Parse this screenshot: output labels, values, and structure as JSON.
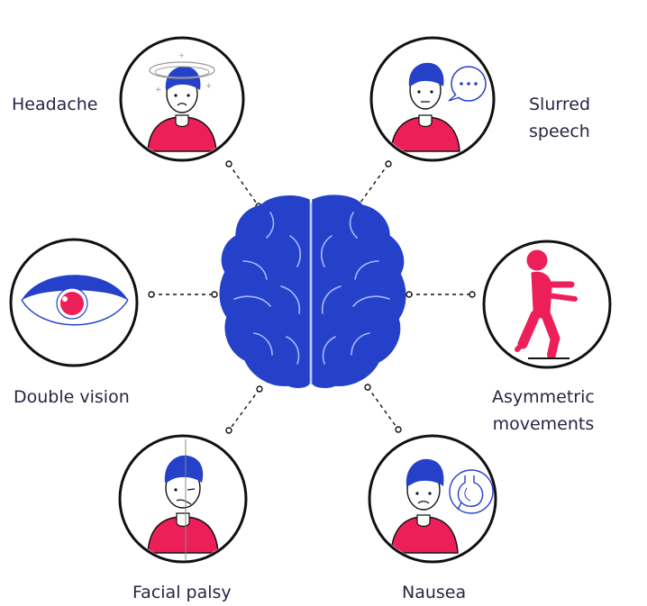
{
  "diagram": {
    "symptoms": {
      "headache": {
        "label": "Headache"
      },
      "slurred_speech": {
        "line1": "Slurred",
        "line2": "speech"
      },
      "double_vision": {
        "label": "Double vision"
      },
      "asymmetric_movements": {
        "line1": "Asymmetric",
        "line2": "movements"
      },
      "facial_palsy": {
        "label": "Facial palsy"
      },
      "nausea": {
        "label": "Nausea"
      }
    },
    "colors": {
      "brain": "#2541c9",
      "brain_highlight": "#a9b7ff",
      "accent_red": "#ec1f59",
      "hair_blue": "#2541c9",
      "outline": "#111111",
      "text": "#2a2440"
    },
    "icons": {
      "center": "brain-icon",
      "headache": "dizzy-person-icon",
      "slurred_speech": "speech-bubble-person-icon",
      "double_vision": "eye-icon",
      "asymmetric_movements": "walking-figure-icon",
      "facial_palsy": "half-face-person-icon",
      "nausea": "stomach-person-icon"
    }
  }
}
